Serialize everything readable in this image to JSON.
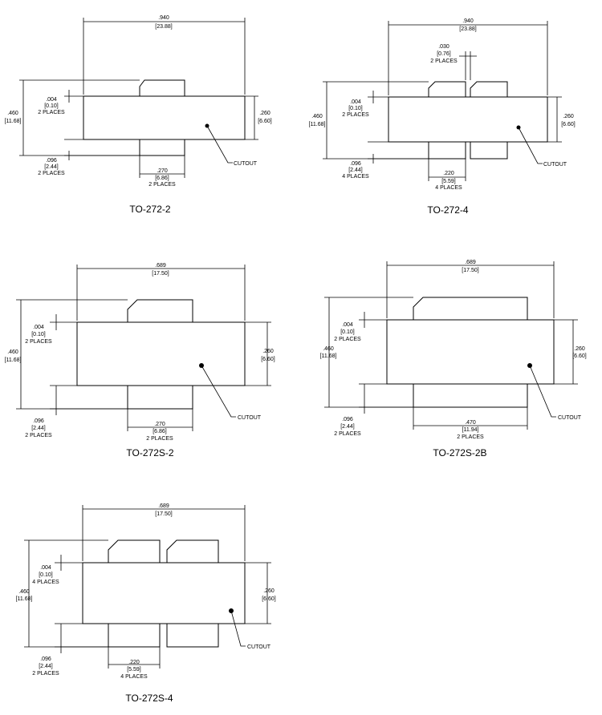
{
  "drawings": [
    {
      "title": "TO-272-2",
      "overall_length": [
        ".940",
        "[23.88]"
      ],
      "lead_thickness": [
        ".004",
        "[0.10]",
        "2 PLACES"
      ],
      "total_height": [
        ".460",
        "[11.68]"
      ],
      "body_height": [
        ".260",
        "[6.60]"
      ],
      "lead_offset": [
        ".096",
        "[2.44]",
        "2 PLACES"
      ],
      "lead_width": [
        ".270",
        "[6.86]",
        "2 PLACES"
      ],
      "cutout": "CUTOUT"
    },
    {
      "title": "TO-272-4",
      "overall_length": [
        ".940",
        "[23.88]"
      ],
      "lead_gap": [
        ".030",
        "[0.76]",
        "2 PLACES"
      ],
      "lead_thickness": [
        ".004",
        "[0.10]",
        "2 PLACES"
      ],
      "total_height": [
        ".460",
        "[11.68]"
      ],
      "body_height": [
        ".260",
        "[6.60]"
      ],
      "lead_offset": [
        ".096",
        "[2.44]",
        "4 PLACES"
      ],
      "lead_width": [
        ".220",
        "[5.59]",
        "4 PLACES"
      ],
      "cutout": "CUTOUT"
    },
    {
      "title": "TO-272S-2",
      "overall_length": [
        ".689",
        "[17.50]"
      ],
      "lead_thickness": [
        ".004",
        "[0.10]",
        "2 PLACES"
      ],
      "total_height": [
        ".460",
        "[11.68]"
      ],
      "body_height": [
        ".260",
        "[6.60]"
      ],
      "lead_offset": [
        ".096",
        "[2.44]",
        "2 PLACES"
      ],
      "lead_width": [
        ".270",
        "[6.86]",
        "2 PLACES"
      ],
      "cutout": "CUTOUT"
    },
    {
      "title": "TO-272S-2B",
      "overall_length": [
        ".689",
        "[17.50]"
      ],
      "lead_thickness": [
        ".004",
        "[0.10]",
        "2 PLACES"
      ],
      "total_height": [
        ".460",
        "[11.68]"
      ],
      "body_height": [
        ".260",
        "[6.60]"
      ],
      "lead_offset": [
        ".096",
        "[2.44]",
        "2 PLACES"
      ],
      "lead_width": [
        ".470",
        "[11.94]",
        "2 PLACES"
      ],
      "cutout": "CUTOUT"
    },
    {
      "title": "TO-272S-4",
      "overall_length": [
        ".689",
        "[17.50]"
      ],
      "lead_thickness": [
        ".004",
        "[0.10]",
        "4 PLACES"
      ],
      "total_height": [
        ".460",
        "[11.68]"
      ],
      "body_height": [
        ".260",
        "[6.60]"
      ],
      "lead_offset": [
        ".096",
        "[2.44]",
        "2 PLACES"
      ],
      "lead_width": [
        ".220",
        "[5.59]",
        "4 PLACES"
      ],
      "cutout": "CUTOUT"
    }
  ]
}
